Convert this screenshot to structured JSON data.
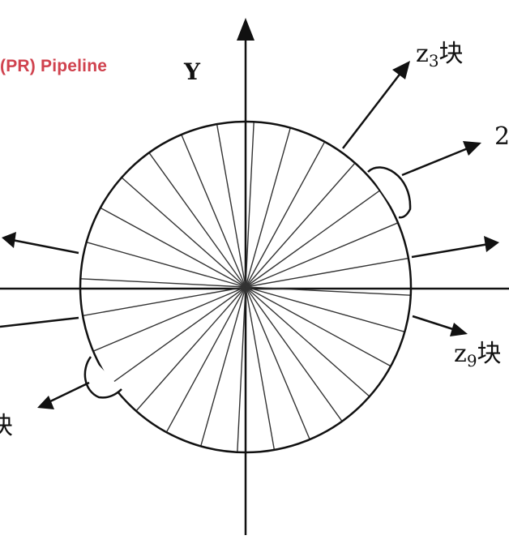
{
  "header": {
    "text": "(PR) Pipeline",
    "color": "#d0424e"
  },
  "diagram": {
    "axis_label_y": "Y",
    "labels": {
      "z3": {
        "z": "z",
        "sub": "3",
        "suffix": "块"
      },
      "z9": {
        "z": "z",
        "sub": "9",
        "suffix": "块"
      },
      "right_top_partial": "2",
      "left_bottom_partial": "块"
    },
    "radial_line_count": 28,
    "ink_color": "#111111"
  }
}
